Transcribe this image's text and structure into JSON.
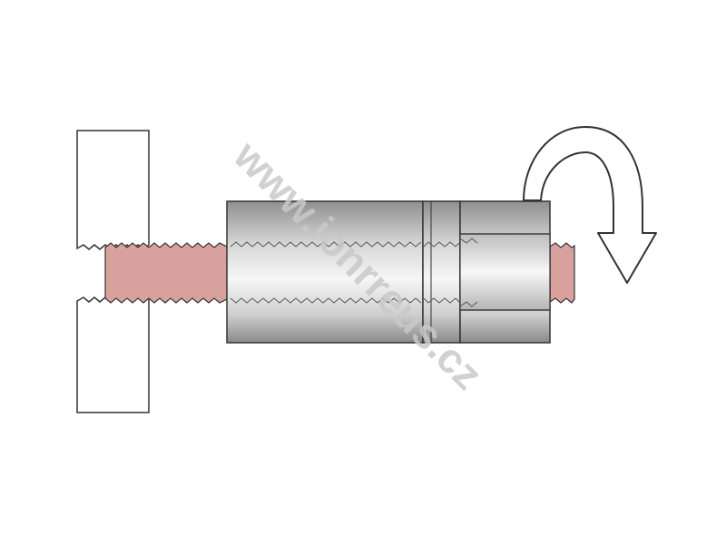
{
  "diagram": {
    "description_free": true,
    "colors": {
      "background": "#ffffff",
      "outline": "#333333",
      "thread_rod": "#d9a19e",
      "nut_light": "#f4f4f4",
      "nut_dark": "#9a9a9a",
      "watermark": "#c9c9c9"
    },
    "components": {
      "workpiece": "workpiece-block",
      "threaded_rod": "threaded-stud",
      "nut_body": "stud-extractor-sleeve",
      "locking_nut": "hex-lock-nut",
      "rotation_arrow": "clockwise-rotation-arrow"
    }
  },
  "watermark": {
    "text": "www.ionrreus.cz"
  }
}
